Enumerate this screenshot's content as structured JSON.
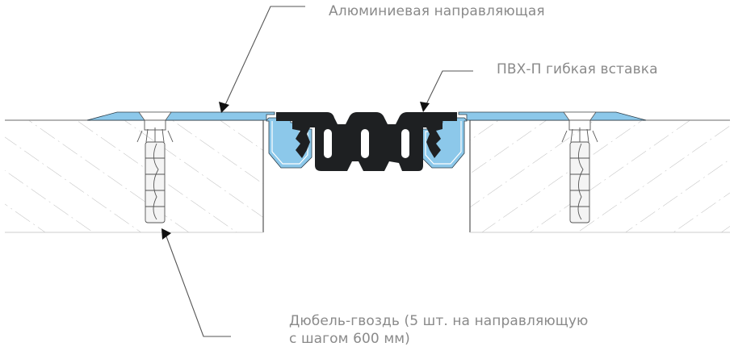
{
  "labels": {
    "aluminum_rail": "Алюминиевая направляющая",
    "pvc_insert": "ПВХ-П гибкая вставка",
    "dowel_line1": "Дюбель-гвоздь (5 шт. на направляющую",
    "dowel_line2": "с шагом 600 мм)"
  },
  "colors": {
    "aluminum": "#8cc8ea",
    "insert": "#1e2022",
    "concrete_hatch": "#b5b5b5",
    "leader_line": "#555555",
    "label_text": "#8a8a8a"
  }
}
